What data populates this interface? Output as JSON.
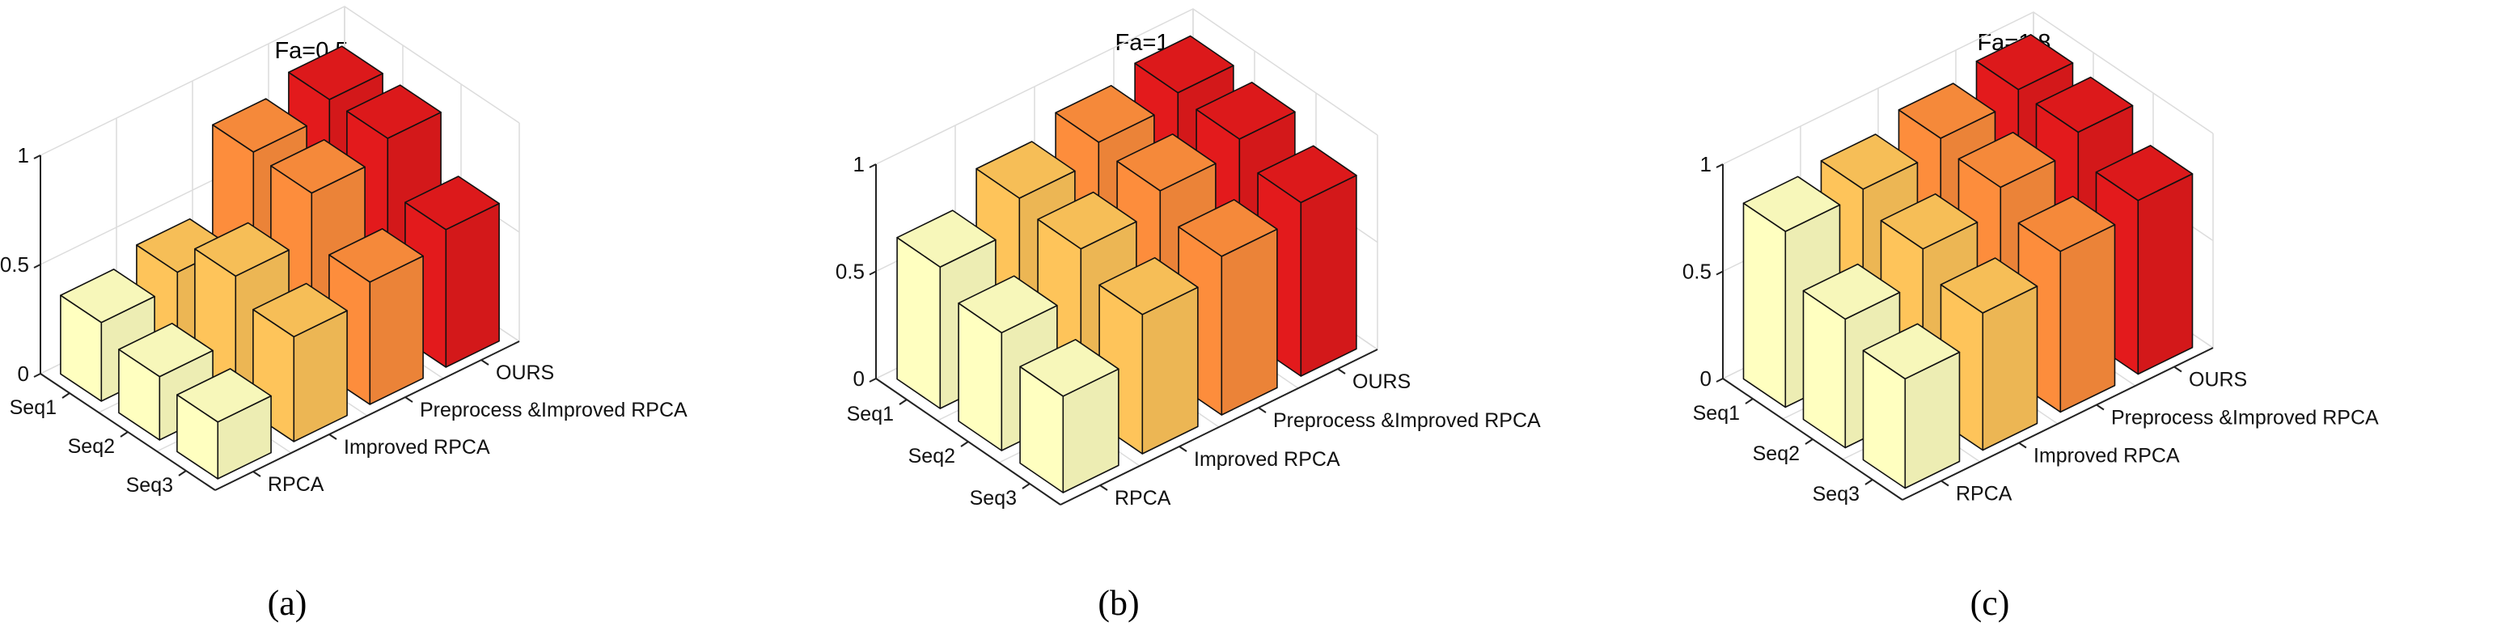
{
  "chart_data": [
    {
      "type": "bar3d",
      "title": "Fa=0.5",
      "caption": "(a)",
      "rows": [
        "Seq1",
        "Seq2",
        "Seq3"
      ],
      "columns": [
        "RPCA",
        "Improved RPCA",
        "Preprocess &Improved RPCA",
        "OURS"
      ],
      "zticks": [
        0,
        0.5,
        1
      ],
      "zlim": [
        0,
        1
      ],
      "values": [
        [
          0.36,
          0.42,
          0.8,
          0.87
        ],
        [
          0.29,
          0.58,
          0.79,
          0.87
        ],
        [
          0.26,
          0.48,
          0.56,
          0.63
        ]
      ]
    },
    {
      "type": "bar3d",
      "title": "Fa=1",
      "caption": "(b)",
      "rows": [
        "Seq1",
        "Seq2",
        "Seq3"
      ],
      "columns": [
        "RPCA",
        "Improved RPCA",
        "Preprocess &Improved RPCA",
        "OURS"
      ],
      "zticks": [
        0,
        0.5,
        1
      ],
      "zlim": [
        0,
        1
      ],
      "values": [
        [
          0.66,
          0.8,
          0.88,
          0.93
        ],
        [
          0.55,
          0.76,
          0.85,
          0.91
        ],
        [
          0.45,
          0.65,
          0.74,
          0.81
        ]
      ]
    },
    {
      "type": "bar3d",
      "title": "Fa=1.8",
      "caption": "(c)",
      "rows": [
        "Seq1",
        "Seq2",
        "Seq3"
      ],
      "columns": [
        "RPCA",
        "Improved RPCA",
        "Preprocess &Improved RPCA",
        "OURS"
      ],
      "zticks": [
        0,
        0.5,
        1
      ],
      "zlim": [
        0,
        1
      ],
      "values": [
        [
          0.82,
          0.84,
          0.9,
          0.95
        ],
        [
          0.6,
          0.75,
          0.86,
          0.94
        ],
        [
          0.51,
          0.64,
          0.75,
          0.81
        ]
      ]
    }
  ],
  "colors": [
    "#ffffc0",
    "#fec45a",
    "#fd8d3c",
    "#e31a1c"
  ]
}
